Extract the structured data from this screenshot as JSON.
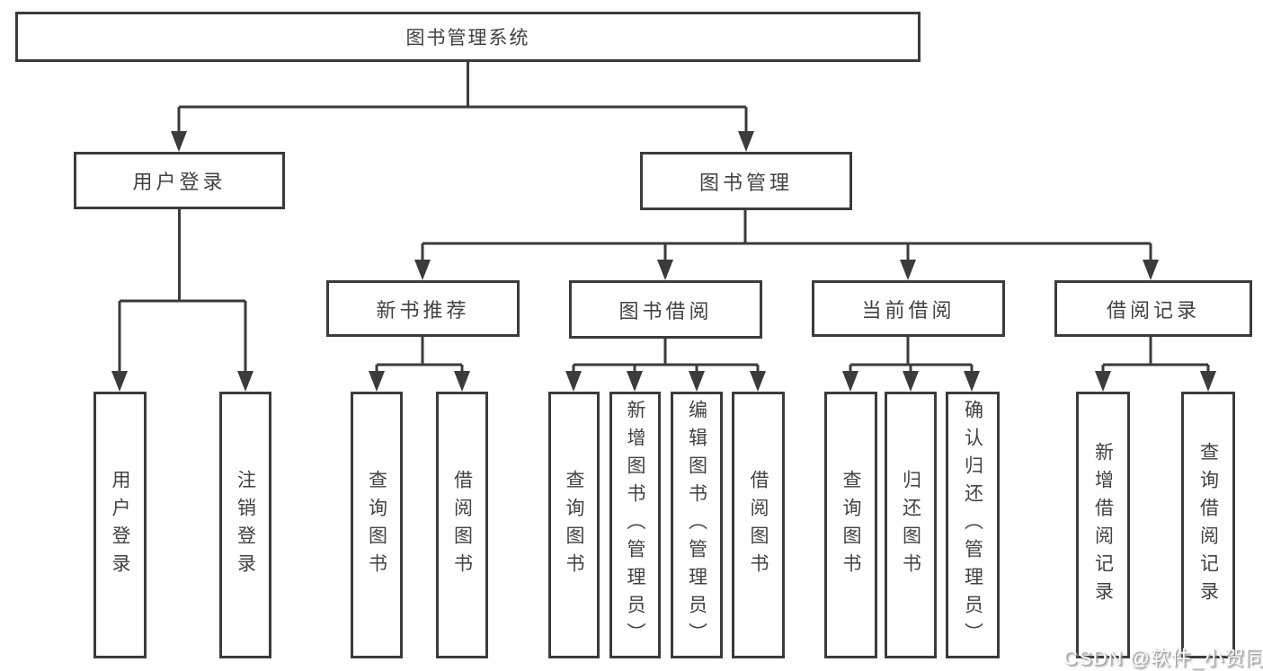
{
  "tree": {
    "label": "图书管理系统",
    "children": [
      {
        "label": "用户登录",
        "children": [
          {
            "label": "用户登录"
          },
          {
            "label": "注销登录"
          }
        ]
      },
      {
        "label": "图书管理",
        "children": [
          {
            "label": "新书推荐",
            "children": [
              {
                "label": "查询图书"
              },
              {
                "label": "借阅图书"
              }
            ]
          },
          {
            "label": "图书借阅",
            "children": [
              {
                "label": "查询图书"
              },
              {
                "label": "新增图书（管理员）"
              },
              {
                "label": "编辑图书（管理员）"
              },
              {
                "label": "借阅图书"
              }
            ]
          },
          {
            "label": "当前借阅",
            "children": [
              {
                "label": "查询图书"
              },
              {
                "label": "归还图书"
              },
              {
                "label": "确认归还（管理员）"
              }
            ]
          },
          {
            "label": "借阅记录",
            "children": [
              {
                "label": "新增借阅记录"
              },
              {
                "label": "查询借阅记录"
              }
            ]
          }
        ]
      }
    ]
  },
  "watermark": {
    "text": "CSDN @软件_小贺同学"
  },
  "colors": {
    "line": "#3b3b3b",
    "text": "#424242",
    "background": "#ffffff"
  }
}
